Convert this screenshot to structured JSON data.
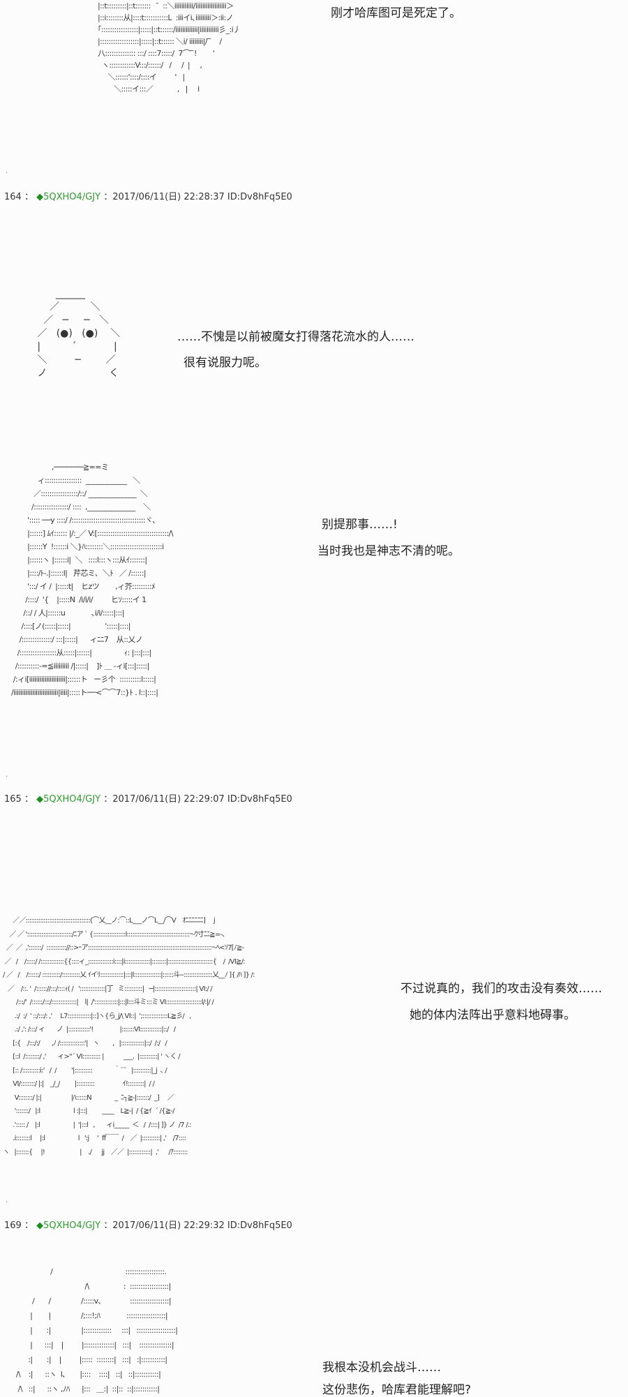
{
  "posts": [
    {
      "dialogue": [
        "刚才哈库图可是死定了。"
      ],
      "art": [
        "|::t:::::::::|::t:::::::    ̄  ::＼iiiiiiiiiii/iiiiiiiiiiiiiiiiii＞",
        "|::i::::::::从|::::t:::::::::::L  :iiiイi､iiiiiiiii＞:ii:ノ",
        "｢:::::::::::::::::|:::::|::t::::::/iiiiiiiiiiiii|iiiiiiiiiii彡_:i丿",
        "|::::::::::::::::::|:::::|::t:::::: ＼i/ iiiiiiii|/ ̄ ̄    /",
        "八:::::::::::::: :::/ ::::7:::::/  7⌒ ̄ ̄!        '",
        "  ヽ::::::::::::V:::/::::::/   /     /  |     ,",
        "     ＼::::::'::::/::::イ         '   |",
        "        ＼:::::イ:::／            ,   |     i"
      ]
    },
    {
      "header": {
        "number": "164",
        "sep": "：",
        "diamond": "◆",
        "trip": "5QXHO4/GJY",
        "date": "：2017/06/11(日) 22:28:37 ID:Dv8hFq5E0"
      },
      "dialogue": [
        "……不愧是以前被魔女打得落花流水的人……",
        "很有说服力呢。"
      ],
      "art": [
        "         ______",
        "       ／          ＼",
        "     ／   ─     ─   ＼",
        "   ／   (●)   (●)    ＼",
        "   |          ´            |",
        "   ＼         ─        ／",
        "   ノ                    く"
      ],
      "dialogue2": [
        "别提那事……!",
        "当时我也是神志不清的呢。"
      ],
      "art2": [
        "                    ,───────≧==ミ",
        "             ィ:::::::::::::::::  ____________   ＼",
        "           ／:::::::::::::::::/::/ ______________  ＼",
        "          /::::::::::::::::/ ::::  ,______________    ＼",
        "        '::::: ──y ::::/ /::::::::::::::::::::::::::::::::::ヾ､",
        "        |::::::] ﾑｲ:::::: |/:_／ V:[:::::::::::::::::::::::::::::::::/\\",
        "        |::::::Y  !::::::i ＼}ﾊ::::::::＼::::::::::::::::::::::::i",
        "        |::::::ヽ |::::::i|  ＼   ::::l:::ヽ:::从ｲ:::::::|",
        "        |::::/ﾄ-.|::::::l|   芹芯ミ､  ＼ﾄ   ／ /::::::|",
        "        ':::/ イ /  |:::::t|    ヒzツ        ,ィ芥:::::::::ﾒ",
        "       /::::/  '{    |:::::N  /i/i/i/         ヒｿ:::::イ 1",
        "      /::/ / 人|::::::u             ､i/i/:::::|:::|",
        "     /::::[ノ(:::::|:::::|                 ':::::|::::|",
        "    /::::::::::::::/ :::|:::::|      ィﾆﾆ7    从::乂ノ",
        "   /:::::::::::::::::从:::::|::::::|                ｨ: |:::|:::|",
        "  /::::::::::-=≦iiiiiiiii /|:::::|    ]ﾄ ＿ ‐ィi[:::|:::::|",
        " /:ィi[iiiiiiiiiiiiiiiiiiiii|::::::ト   ー彡个  ::::::::::l:::::|",
        "/iiiiiiiiiiiiiiiiiiiiiiiiii|iiii|:::::ト──<⌒⌒7::}ﾄ . l::|::::|"
      ]
    },
    {
      "header": {
        "number": "165",
        "sep": "：",
        "diamond": "◆",
        "trip": "5QXHO4/GJY",
        "date": "：2017/06/11(日) 22:29:07 ID:Dv8hFq5E0"
      },
      "dialogue": [
        "不过说真的，我们的攻击没有奏效……",
        "她的体内法阵出乎意料地碍事。"
      ],
      "art": [
        "      ／／::::::::::::::::::::::::::::::::::::(⌒乂__ノ:⌒::L___ノ⌒L__/⌒V    ｵﾆﾆﾆﾆﾆﾆ]     j",
        "    ／ ／ ':::::::::::::::::::::::::/ﾆア ` {::::::::::::::::::l:::::::::::::::::::::::::::::::::::ｰ‐ｳ寸ﾆﾆ≧=‐､",
        "  ／  ／  ,':::::::/  ::::::::::://::>ｰア:::::::::::::::::::::::::::::::::::::::::::::::::::::::::::::::::::::ｰ‐ﾍ<ｿ7[ﾉ≧‐",
        " ／   /    /:::::/ /:::::::::::::{{::::ィ_::::::::::::::i::::|i::::::::::::::|::::::::|:::::::::::::::::::::::::{    /  /Ⅵ≧/:",
        "/ ／   /    /::::::/ ::::::::::/::::::::::乂 ｲイﾘ:::::::::::::|:::|l:::::::::::::::|::::::斗‐‐::::::::::::::::乂__ﾉ ]{ /ﾊ ]} /:",
        "   ／    /::. '  /:::::://:::/::::ｨ( /   '::::::::::::::|丁   ミ::::::::::|   ─|:::::::::::::::::::::::| Ⅵ:/ /",
        "        /:::/'  /::::::/:::/::::::::::::::|    l|  /':::::::::::::|:::|l:::斗ミ:::ミ Ⅵ::::::::::::::::::::l/:|/ /",
        "       .:/  :/  ' ::/:::/: ,'     L7:::::::::::::|::]ヽ{ら_j/\\ Ⅵ::|  ';::::::::::::::L≧彡/   ,",
        "       .:/ ,': /:::/ ィ       ノ  |::::::::::::'!                |:::::::Ⅵ::::::::::::|::/   /",
        "      [:{    /:::/:/       ,ﾉ /::::::::::::::'|   ヽ        ,   |:::::::::::::|::/  /:/   /",
        "      [::l  /::::::::/ ,'       ィ>''´ Ⅵ:::::::::: |            ___.  |::::::::::| ' ヽく /",
        "      [:: /::::::::::i:'   /  /         '|::::::::::             ｀¨¨   |::::::::::|_j  ､ /",
        "      Ⅵ/::::::::/ |:|    _/_/         |::::::::::                 ｲ!:::::::::|  / /",
        "       V::::::::/ |:|                  |ﾊ::::::N              _  ﾆ┐≧-|:::::::/  _]     ／",
        "       ':::::::/   |:l                    l :|:::|         ____    L≧-|  / {≧ｲ  ´ /{≧-/",
        "      .'::::: /    |:l                    |  '|:::l   ,       ィi_____  ＜   /  /::::| ]} ノ  /7 /.:",
        "      .i::::::::l     |:l                    l   ':j     '  ff￣￣  /    ／  |::::::::::| ,'    /7::::",
        "ヽ   |:::::::{     |!                     |    ./      jj    ／／  |::::::::::::|  ,'      /ｱ::::::::"
      ]
    },
    {
      "header": {
        "number": "169",
        "sep": "：",
        "diamond": "◆",
        "trip": "5QXHO4/GJY",
        "date": "：2017/06/11(日) 22:29:32 ID:Dv8hFq5E0"
      },
      "dialogue": [
        "我根本没机会战斗……",
        "这份悲伤，哈库君能理解吧?"
      ],
      "art": [
        "                  /                                    ::::::::::::::::::.",
        "                                   /\\                 :  ::::::::::::::::::|",
        "         /       /               /:::::v､              ::::::::::::::::::|",
        "        |        |               /;:::!;ﾊ             ::::::::::::::::::|",
        "        |       :|               |:::::::::::::     :::|   ::::::::::::::::::|",
        "        |      :::|    |         |::::::::::::::|   :::|    :::::::::::::::|",
        "       :|       :|    |         |:::::  ::::::::|   :::|   :|:::::::::::|",
        " /\\    :|      ::ヽ  l､       |::::    ::::|   ::|   ::|:::::::::::|",
        "  /\\   ::|      ::ヽ ,ﾉﾊ      |:::   ＿:|  ::|::  ::|:::::::::::|"
      ]
    }
  ]
}
